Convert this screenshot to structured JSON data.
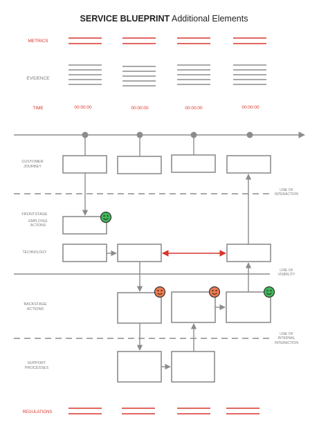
{
  "title": {
    "bold": "SERVICE BLUEPRINT",
    "rest": "Additional Elements"
  },
  "rows": {
    "metrics": "METRICS",
    "evidence": "EVIDENCE",
    "time": "TIME",
    "customer_journey": "CUSTOMER JOURBEY",
    "frontstage": "FRONTSTAGE",
    "employee_actions": "EMPLOYEE ACTIONS",
    "technology": "TECHNOLOGY",
    "backstage_actions": "BACKSTAGE ACTIONS",
    "support_processes": "SUPPORT PROCESSES",
    "regulations": "REGULATIONS"
  },
  "lines": {
    "interaction": "LINE OF INTERACTION",
    "visibility": "LINE OF VISIBILITY",
    "internal_interaction": "LINE OF INTERNAL INTERACTION"
  },
  "times": [
    "00:00:00",
    "00:00:00",
    "00:00:00",
    "00:00:00"
  ],
  "colors": {
    "accent_red": "#d9342b",
    "line_gray": "#8c8c8c",
    "happy_green": "#3fb85a",
    "neutral_orange": "#f07a4e"
  },
  "icons": [
    "happy-face-icon",
    "neutral-face-icon",
    "neutral-face-icon",
    "happy-face-icon"
  ]
}
